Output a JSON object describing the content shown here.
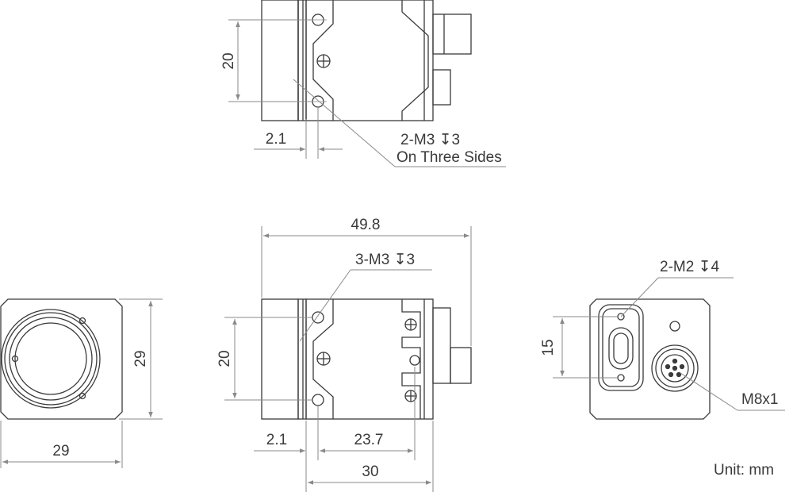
{
  "top_view": {
    "dim_height": "20",
    "dim_offset": "2.1",
    "hole_note_line1": "2-M3 ↧3",
    "hole_note_line2": "On Three Sides"
  },
  "front_view": {
    "dim_width": "29",
    "dim_height": "29"
  },
  "side_view": {
    "dim_length": "49.8",
    "hole_note": "3-M3 ↧3",
    "dim_height": "20",
    "dim_offset": "2.1",
    "dim_hole_spacing": "23.7",
    "dim_body": "30"
  },
  "rear_view": {
    "hole_note": "2-M2 ↧4",
    "dim_height": "15",
    "connector_label": "M8x1"
  },
  "unit_label": "Unit: mm",
  "colors": {
    "outline": "#3a3a3a",
    "dimension_line": "#8a8a8a",
    "leader": "#8a8a8a"
  }
}
